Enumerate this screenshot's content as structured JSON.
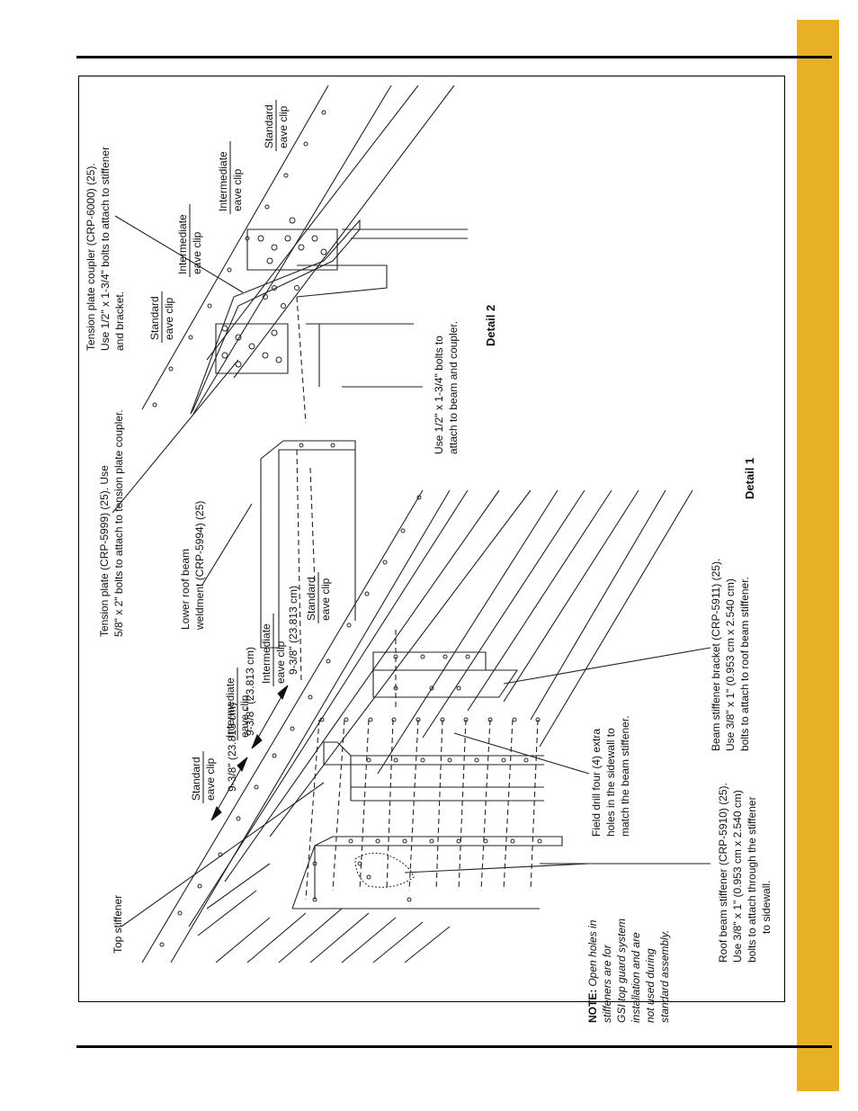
{
  "page": {
    "tab_color": "#E8B024",
    "rule_color": "#000000"
  },
  "callouts": {
    "top_stiffener": "Top stiffener",
    "note_label": "NOTE:",
    "note_lines": [
      "Open holes in",
      "stiffeners are for",
      "GSI top guard system",
      "installation and are",
      "not used during",
      "standard assembly."
    ],
    "roof_beam_stiffener": [
      "Roof beam stiffener (CRP-5910) (25).",
      "Use 3/8\" x 1\" (0.953 cm x 2.540 cm)",
      "bolts to attach through the stiffener",
      "to sidewall."
    ],
    "field_drill": [
      "Field drill four (4) extra",
      "holes in the sidewall to",
      "match the beam stiffener."
    ],
    "beam_stiffener_bracket": [
      "Beam stiffener bracket (CRP-5911) (25).",
      "Use 3/8\" x 1\" (0.953 cm x 2.540 cm)",
      "bolts to attach to roof beam stiffener."
    ],
    "lower_roof_beam": [
      "Lower roof beam",
      "weldment (CRP-5994) (25)"
    ],
    "tension_plate": [
      "Tension plate (CRP-5999) (25). Use",
      "5/8\" x 2\" bolts to attach to tension plate coupler."
    ],
    "tension_plate_coupler": [
      "Tension plate coupler (CRP-6000) (25).",
      "Use 1/2\" x 1-3/4\" bolts to attach to stiffener",
      "and bracket."
    ],
    "beam_coupler_bolts": [
      "Use 1/2\" x 1-3/4\" bolts to",
      "attach to beam and coupler."
    ],
    "detail_1": "Detail 1",
    "detail_2": "Detail 2"
  },
  "eave_clips": {
    "standard": [
      "Standard",
      "eave clip"
    ],
    "intermediate": [
      "Intermediate",
      "eave clip"
    ],
    "spacing": "9-3/8\" (23.813 cm)"
  }
}
